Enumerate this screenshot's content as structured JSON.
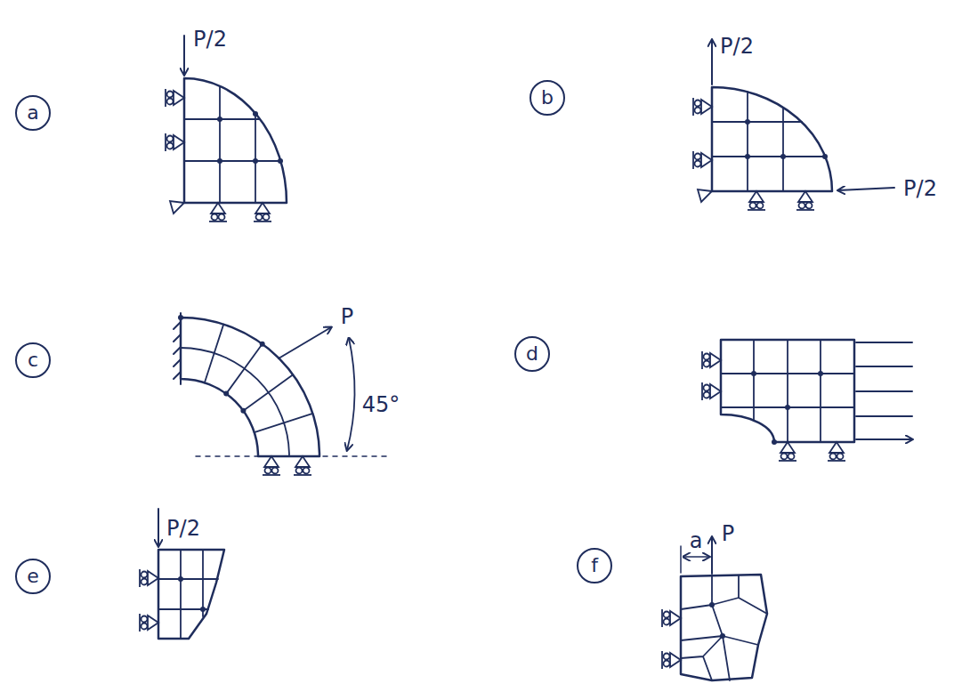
{
  "diagram": {
    "nodes": [
      {
        "text": [
          "a"
        ]
      },
      {
        "text": [
          "b"
        ]
      },
      {
        "text": [
          "c"
        ]
      },
      {
        "text": [
          "d"
        ]
      },
      {
        "text": [
          "e"
        ]
      },
      {
        "text": [
          "f"
        ]
      }
    ],
    "labels": [
      "P/2",
      "P/2",
      "P/2",
      "P",
      "45°",
      "P/2",
      "a",
      "P"
    ]
  }
}
